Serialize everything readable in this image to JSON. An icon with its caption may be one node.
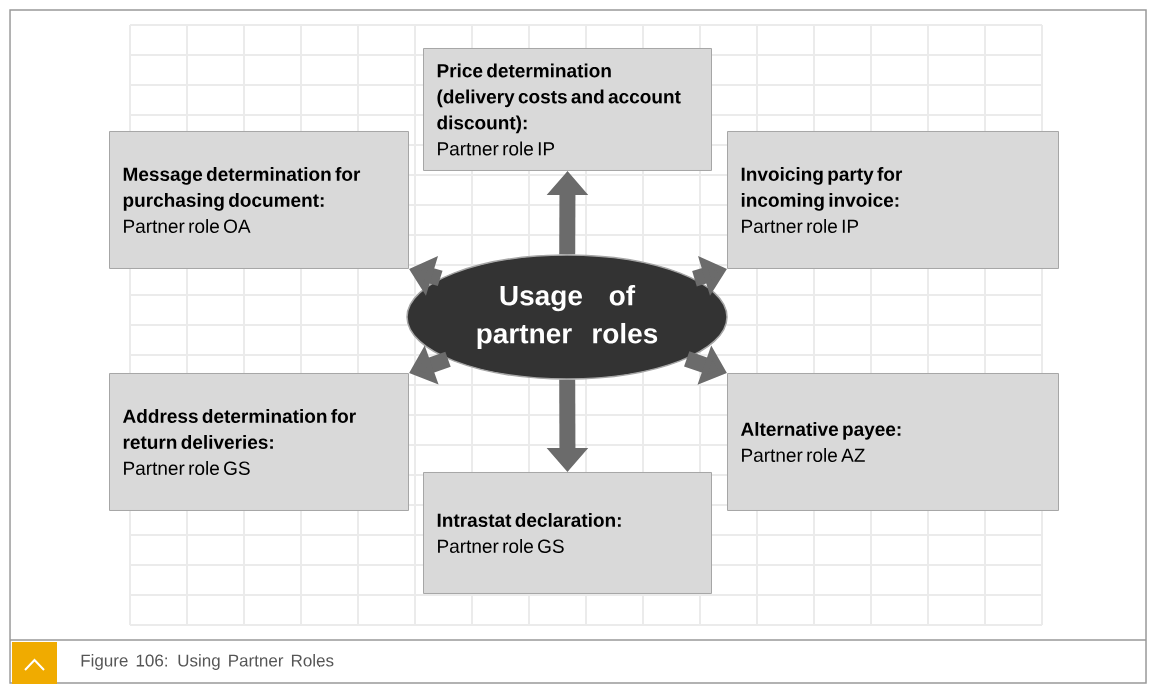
{
  "diagram": {
    "caption": "Figure 106: Using Partner Roles",
    "nodes": [
      {
        "text": [
          "Price determination (delivery costs and account discount):",
          "Partner role IP"
        ]
      },
      {
        "text": [
          "Message determination for purchasing document:",
          "Partner role OA"
        ]
      },
      {
        "text": [
          "Invoicing party for incoming invoice:",
          "Partner role IP"
        ]
      },
      {
        "text": [
          "Usage of partner roles"
        ]
      },
      {
        "text": [
          "Address determination for return deliveries:",
          "Partner role GS"
        ]
      },
      {
        "text": [
          "Alternative payee:",
          "Partner role AZ"
        ]
      },
      {
        "text": [
          "Intrastat declaration:",
          "Partner role GS"
        ]
      }
    ],
    "edges": [
      {
        "from": 3,
        "to": 0,
        "arrow": "to"
      },
      {
        "from": 3,
        "to": 1,
        "arrow": "to"
      },
      {
        "from": 3,
        "to": 2,
        "arrow": "to"
      },
      {
        "from": 3,
        "to": 4,
        "arrow": "to"
      },
      {
        "from": 3,
        "to": 5,
        "arrow": "to"
      },
      {
        "from": 3,
        "to": 6,
        "arrow": "to"
      }
    ]
  }
}
